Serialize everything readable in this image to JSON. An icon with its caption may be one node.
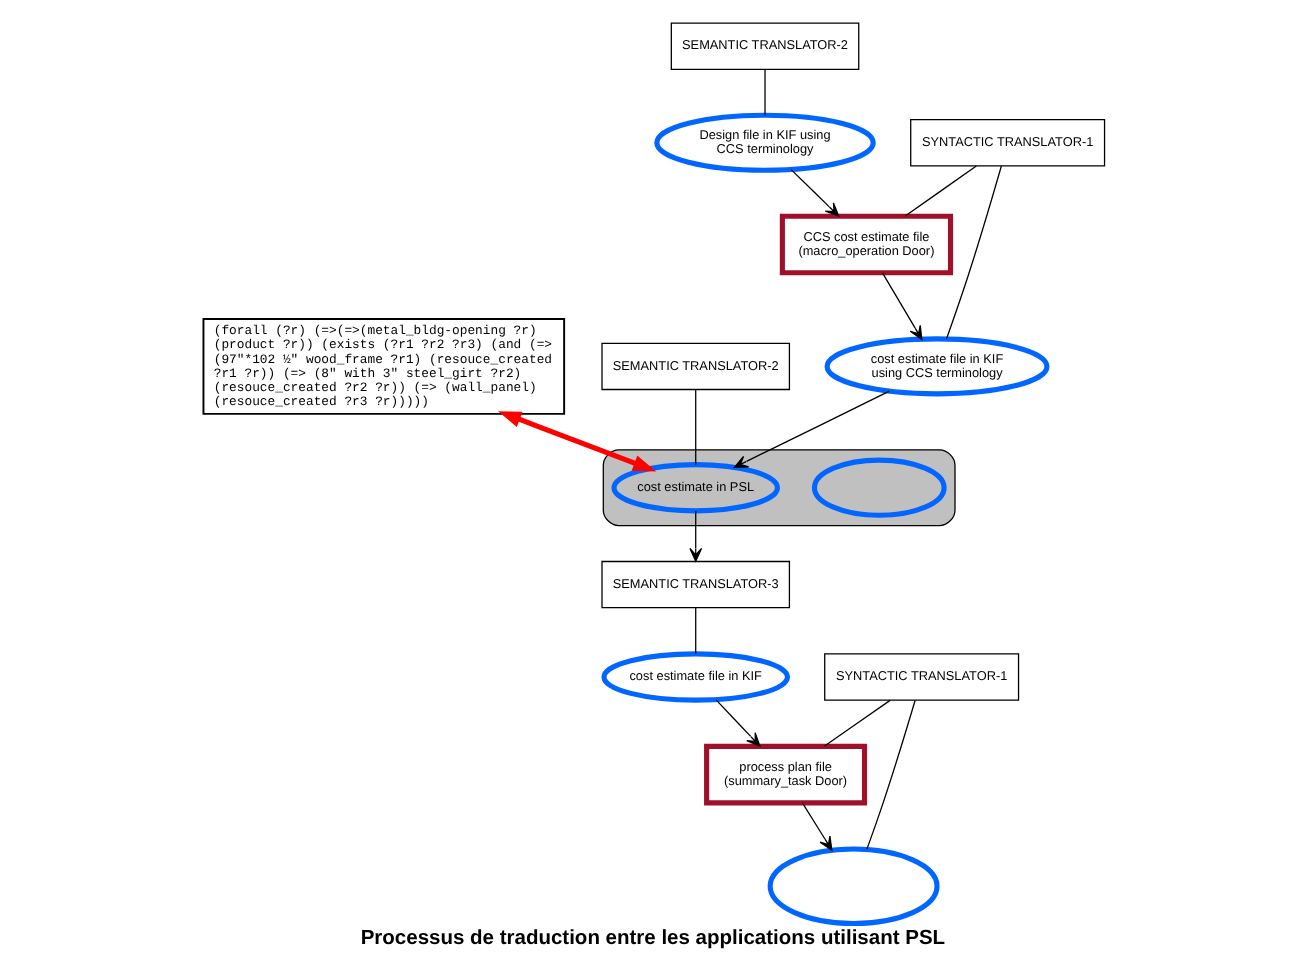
{
  "diagram": {
    "title": "Processus de traduction entre les applications utilisant PSL",
    "nodes": [
      {
        "text": [
          "(forall (?r) (=>(=>(metal_bldg-opening ?r) (product ?r)) (exists (?r1 ?r2 ?r3) (and (=> (97″*102 ½″ wood_frame ?r1) (resouce_created ?r1 ?r)) (=> (8″ with 3″ steel_girt ?r2) (resouce_created ?r2 ?r)) (=> (wall_panel) (resouce_created ?r3 ?r)))))"
        ]
      },
      {
        "text": [],
        "shape": "ellipse"
      },
      {
        "text": [],
        "shape": "box"
      },
      {
        "text": [],
        "shape": "ellipse",
        "in": 2
      },
      {
        "text": [
          "cost estimate in PSL"
        ],
        "in": 2
      },
      {
        "text": [
          "process plan file",
          "(summary_task Door)"
        ]
      },
      {
        "text": [
          "SYNTACTIC TRANSLATOR-1"
        ]
      },
      {
        "text": [
          "cost estimate file in KIF"
        ]
      },
      {
        "text": [
          "SEMANTIC TRANSLATOR-2"
        ]
      },
      {
        "text": [
          "Design file in KIF using CCS terminology"
        ]
      },
      {
        "text": [
          "SEMANTIC TRANSLATOR-3"
        ]
      },
      {
        "text": [
          "SYNTACTIC TRANSLATOR-1"
        ]
      },
      {
        "text": [
          "SEMANTIC TRANSLATOR-2"
        ]
      },
      {
        "text": [
          "CCS cost estimate file",
          "(macro_operation Door)"
        ]
      },
      {
        "text": [
          "cost estimate file in KIF using CCS terminology"
        ]
      }
    ],
    "edges": [
      {
        "from": 0,
        "to": 4,
        "arrow": "both",
        "style": "thick",
        "color": "#ff0000"
      },
      {
        "from": 5,
        "to": 1,
        "arrow": "to"
      },
      {
        "from": 6,
        "to": 1,
        "arrow": "none"
      },
      {
        "from": 7,
        "to": 5,
        "arrow": "to"
      },
      {
        "from": 6,
        "to": 5,
        "arrow": "none"
      },
      {
        "from": 4,
        "to": 10,
        "arrow": "to"
      },
      {
        "from": 10,
        "to": 7,
        "arrow": "none"
      },
      {
        "from": 8,
        "to": 9,
        "arrow": "none"
      },
      {
        "from": 9,
        "to": 13,
        "arrow": "to"
      },
      {
        "from": 11,
        "to": 13,
        "arrow": "none"
      },
      {
        "from": 13,
        "to": 14,
        "arrow": "to"
      },
      {
        "from": 11,
        "to": 14,
        "arrow": "none"
      },
      {
        "from": 14,
        "to": 4,
        "arrow": "to"
      },
      {
        "from": 12,
        "to": 4,
        "arrow": "none"
      }
    ]
  }
}
